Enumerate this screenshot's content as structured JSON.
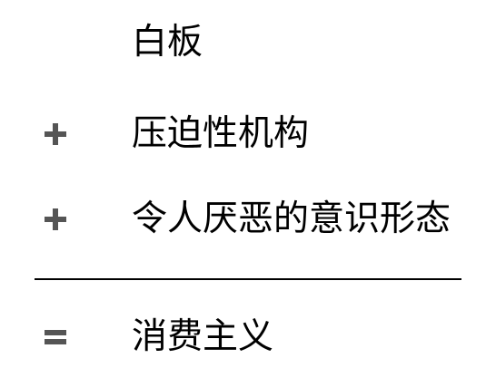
{
  "equation": {
    "terms": [
      {
        "operator": "",
        "text": "白板"
      },
      {
        "operator": "plus",
        "text": "压迫性机构"
      },
      {
        "operator": "plus",
        "text": "令人厌恶的意识形态"
      }
    ],
    "result": {
      "operator": "equals",
      "text": "消费主义"
    }
  }
}
